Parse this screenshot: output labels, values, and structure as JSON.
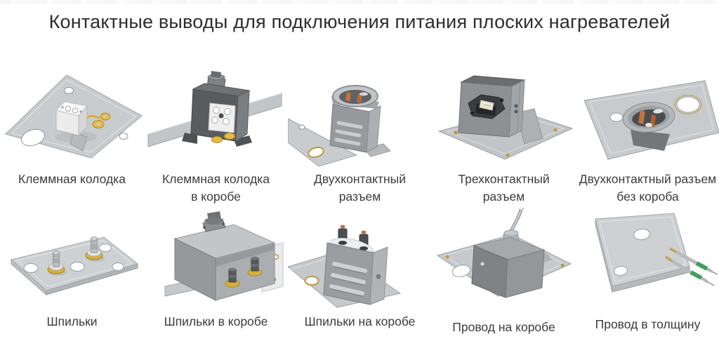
{
  "title": "Контактные выводы для подключения питания плоских нагревателей",
  "items": [
    {
      "id": "terminal-block",
      "label": "Клеммная колодка"
    },
    {
      "id": "terminal-block-in-box",
      "label": "Клеммная колодка\nв коробе"
    },
    {
      "id": "two-pin-connector",
      "label": "Двухконтактный\nразъем"
    },
    {
      "id": "three-pin-connector",
      "label": "Трехконтактный\nразъем"
    },
    {
      "id": "two-pin-connector-no-box",
      "label": "Двухконтактный разъем\nбез короба"
    },
    {
      "id": "studs",
      "label": "Шпильки"
    },
    {
      "id": "studs-in-box",
      "label": "Шпильки в коробе"
    },
    {
      "id": "studs-on-box",
      "label": "Шпильки на коробе"
    },
    {
      "id": "wire-on-box",
      "label": "Провод на коробе"
    },
    {
      "id": "wire-into-thickness",
      "label": "Провод в толщину"
    }
  ],
  "colors": {
    "background": "#ffffff",
    "title_text": "#2d2d2d",
    "caption_text": "#3c3c3c",
    "plate_gray": "#c9ccce",
    "plate_edge": "#9da1a3",
    "box_dark_gray": "#595c5f",
    "box_mid_gray": "#8f9294",
    "brass_yellow": "#d7af3f",
    "copper_pin": "#bf7242",
    "wire_green": "#3f9e5f"
  }
}
